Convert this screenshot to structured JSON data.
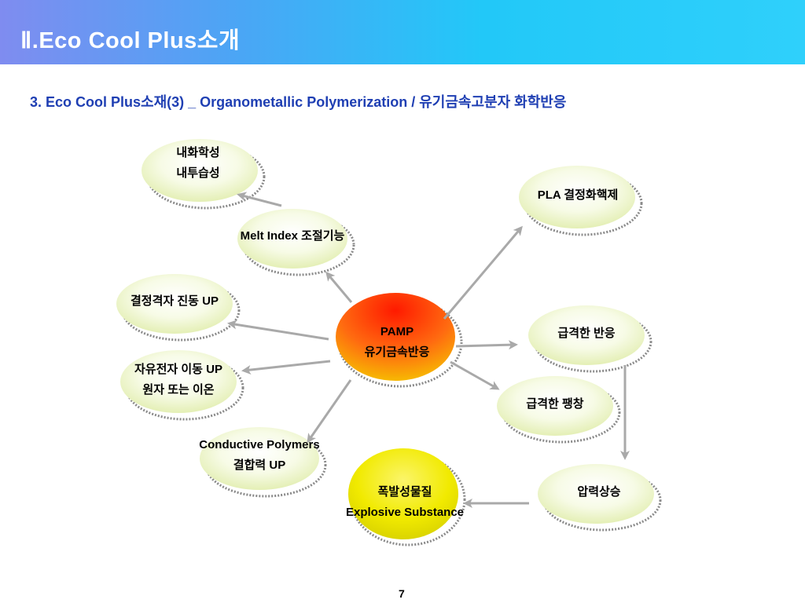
{
  "header": {
    "title": "Ⅱ.Eco Cool Plus소개"
  },
  "subtitle": "3. Eco Cool Plus소재(3) _ Organometallic Polymerization / 유기금속고분자 화학반응",
  "page_number": "7",
  "colors": {
    "header_start": "#7f8cf0",
    "header_end": "#2fd0fb",
    "subtitle": "#1f3fb3",
    "node_fill": "#eef6cc",
    "center_node_top": "#ff2a00",
    "center_node_bottom": "#f5b800",
    "explosive_node": "#f4f000",
    "arrow": "#a9a9a9"
  },
  "nodes": {
    "chem_resist": {
      "line1": "내화학성",
      "line2": "내투습성"
    },
    "melt_index": {
      "line1": "Melt Index 조절기능"
    },
    "lattice_vib": {
      "line1": "결정격자 진동 UP"
    },
    "free_electron": {
      "line1": "자유전자 이동 UP",
      "line2": "원자 또는 이온"
    },
    "conductive": {
      "line1": "Conductive Polymers",
      "line2": "결합력 UP"
    },
    "pamp": {
      "line1": "PAMP",
      "line2": "유기금속반응"
    },
    "pla": {
      "line1": "PLA 결정화핵제"
    },
    "rapid_reaction": {
      "line1": "급격한 반응"
    },
    "rapid_expansion": {
      "line1": "급격한 팽창"
    },
    "pressure_rise": {
      "line1": "압력상승"
    },
    "explosive": {
      "line1": "폭발성물질",
      "line2": "Explosive Substance"
    }
  }
}
